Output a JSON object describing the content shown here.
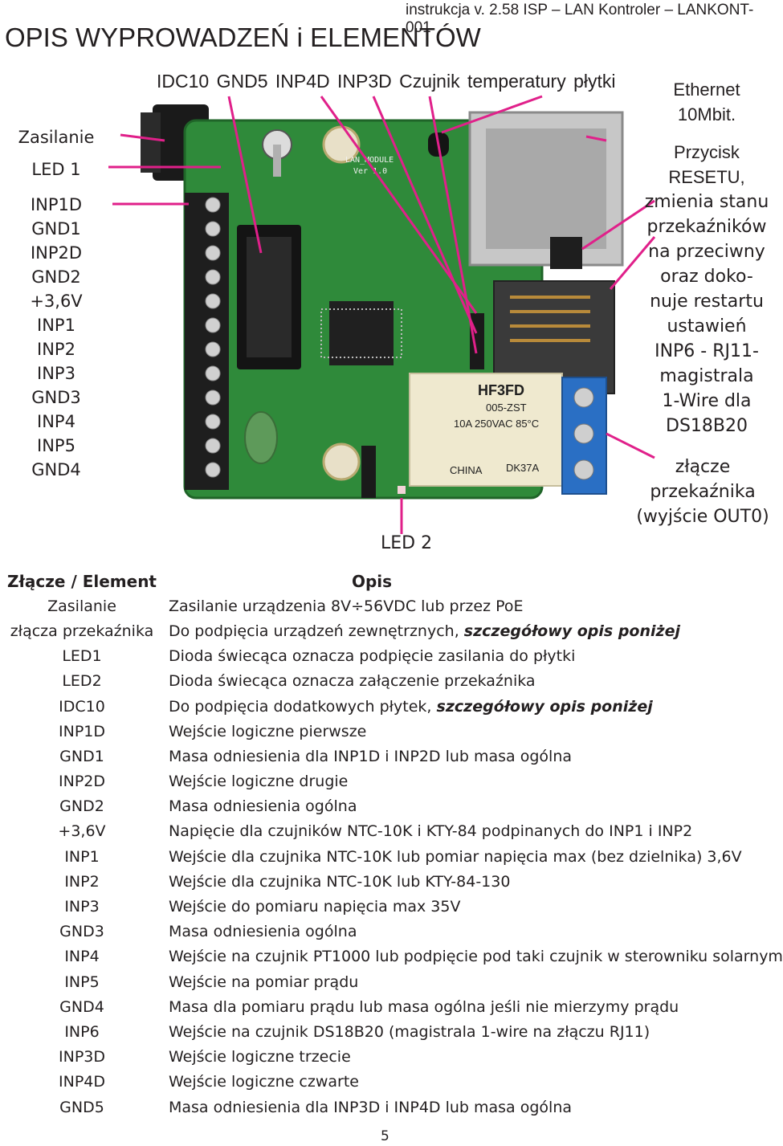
{
  "header": {
    "doc_ref": "instrukcja v. 2.58 ISP – LAN Kontroler – LANKONT-001",
    "title": "OPIS WYPROWADZEŃ i ELEMENTÓW"
  },
  "top_labels": [
    "IDC10",
    "GND5",
    "INP4D",
    "INP3D",
    "Czujnik temperatury płytki"
  ],
  "left_labels": {
    "zasilanie": "Zasilanie",
    "led1": "LED 1",
    "pins": [
      "INP1D",
      "GND1",
      "INP2D",
      "GND2",
      "+3,6V",
      "INP1",
      "INP2",
      "INP3",
      "GND3",
      "INP4",
      "INP5",
      "GND4"
    ]
  },
  "right_labels": {
    "ethernet": [
      "Ethernet",
      "10Mbit."
    ],
    "reset": [
      "Przycisk",
      "RESETU,",
      "zmienia stanu",
      "przekaźników",
      "na przeciwny",
      "oraz doko-",
      "nuje restartu",
      "ustawień",
      "INP6 - RJ11-",
      "magistrala",
      "1-Wire dla",
      "DS18B20"
    ],
    "relay": [
      "złącze",
      "przekaźnika",
      "(wyjście OUT0)"
    ]
  },
  "board": {
    "relay_text": [
      "HF3FD",
      "005-ZST",
      "10A 250VAC 85°C",
      "CHINA",
      "DK37A"
    ],
    "module_text": [
      "LAN_MODULE",
      "Ver 1.0"
    ]
  },
  "led2_label": "LED 2",
  "table": {
    "head": [
      "Złącze / Element",
      "Opis"
    ],
    "rows": [
      {
        "name": "Zasilanie",
        "desc": "Zasilanie urządzenia 8V÷56VDC lub przez PoE",
        "em": ""
      },
      {
        "name": "złącza przekaźnika",
        "desc": "Do podpięcia urządzeń zewnętrznych, ",
        "em": "szczegółowy opis poniżej"
      },
      {
        "name": "LED1",
        "desc": "Dioda świecąca oznacza podpięcie zasilania do płytki",
        "em": ""
      },
      {
        "name": "LED2",
        "desc": "Dioda świecąca oznacza załączenie przekaźnika",
        "em": ""
      },
      {
        "name": "IDC10",
        "desc": "Do podpięcia dodatkowych płytek, ",
        "em": "szczegółowy opis poniżej"
      },
      {
        "name": "INP1D",
        "desc": "Wejście logiczne pierwsze",
        "em": ""
      },
      {
        "name": "GND1",
        "desc": "Masa odniesienia dla INP1D i INP2D lub masa ogólna",
        "em": ""
      },
      {
        "name": "INP2D",
        "desc": "Wejście logiczne drugie",
        "em": ""
      },
      {
        "name": "GND2",
        "desc": "Masa odniesienia ogólna",
        "em": ""
      },
      {
        "name": "+3,6V",
        "desc": "Napięcie dla czujników NTC-10K i KTY-84 podpinanych do INP1 i INP2",
        "em": ""
      },
      {
        "name": "INP1",
        "desc": "Wejście dla czujnika NTC-10K lub pomiar napięcia max (bez dzielnika) 3,6V",
        "em": ""
      },
      {
        "name": "INP2",
        "desc": "Wejście dla czujnika NTC-10K lub KTY-84-130",
        "em": ""
      },
      {
        "name": "INP3",
        "desc": "Wejście do pomiaru napięcia max 35V",
        "em": ""
      },
      {
        "name": "GND3",
        "desc": "Masa odniesienia ogólna",
        "em": ""
      },
      {
        "name": "INP4",
        "desc": "Wejście na czujnik PT1000 lub podpięcie pod taki czujnik w sterowniku solarnym",
        "em": ""
      },
      {
        "name": "INP5",
        "desc": "Wejście na pomiar prądu",
        "em": ""
      },
      {
        "name": "GND4",
        "desc": "Masa dla pomiaru prądu lub masa ogólna jeśli nie mierzymy prądu",
        "em": ""
      },
      {
        "name": "INP6",
        "desc": "Wejście na czujnik DS18B20 (magistrala 1-wire na złączu RJ11)",
        "em": ""
      },
      {
        "name": "INP3D",
        "desc": "Wejście logiczne trzecie",
        "em": ""
      },
      {
        "name": "INP4D",
        "desc": "Wejście logiczne czwarte",
        "em": ""
      },
      {
        "name": "GND5",
        "desc": "Masa odniesienia dla INP3D i INP4D lub masa ogólna",
        "em": ""
      }
    ]
  },
  "page_number": "5",
  "colors": {
    "arrow": "#e0208a",
    "pcb": "#2f8a3a",
    "terminal_block": "#2a6fc4"
  }
}
